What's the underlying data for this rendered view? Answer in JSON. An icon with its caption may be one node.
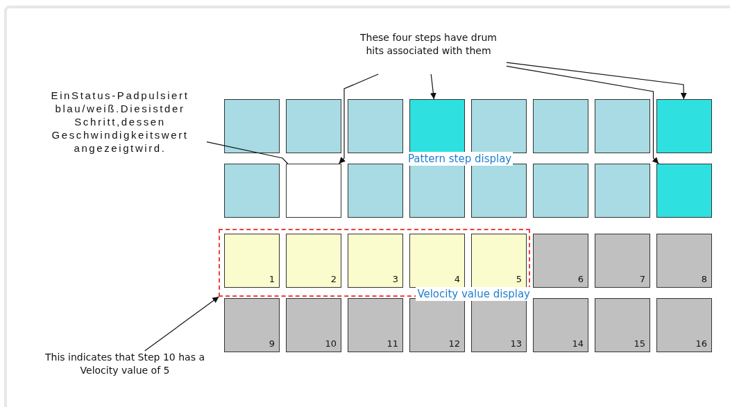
{
  "diagram": {
    "nodes": [
      {
        "text": [
          "EinStatus-Padpulsiert blau/weiß.Diesistder Schritt,dessen Geschwindigkeitswert angezeigtwird."
        ]
      },
      {
        "text": [
          "These four steps have drum hits associated with them"
        ]
      },
      {
        "text": [],
        "shape": "box"
      },
      {
        "text": [],
        "shape": "box"
      },
      {
        "text": [],
        "shape": "box"
      },
      {
        "text": [],
        "shape": "box"
      },
      {
        "text": [],
        "shape": "box"
      },
      {
        "text": [],
        "shape": "box"
      },
      {
        "text": [],
        "shape": "box"
      },
      {
        "text": [],
        "shape": "box"
      },
      {
        "text": [],
        "shape": "box"
      },
      {
        "text": [],
        "shape": "box"
      },
      {
        "text": [],
        "shape": "box"
      },
      {
        "text": [],
        "shape": "box"
      },
      {
        "text": [],
        "shape": "box"
      },
      {
        "text": [],
        "shape": "box"
      },
      {
        "text": [],
        "shape": "box"
      },
      {
        "text": [],
        "shape": "box"
      },
      {
        "text": [
          "Velocity value display"
        ]
      },
      {
        "text": [
          "1"
        ],
        "in": 18
      },
      {
        "text": [
          "2"
        ],
        "in": 18
      },
      {
        "text": [
          "3"
        ],
        "in": 18
      },
      {
        "text": [
          "4"
        ],
        "in": 18
      },
      {
        "text": [
          "5"
        ],
        "in": 18
      },
      {
        "text": [
          "6"
        ]
      },
      {
        "text": [
          "7"
        ]
      },
      {
        "text": [
          "8"
        ]
      },
      {
        "text": [
          "9"
        ]
      },
      {
        "text": [
          "10"
        ]
      },
      {
        "text": [
          "11"
        ]
      },
      {
        "text": [
          "12"
        ]
      },
      {
        "text": [
          "13"
        ]
      },
      {
        "text": [
          "14"
        ]
      },
      {
        "text": [
          "15"
        ]
      },
      {
        "text": [
          "16"
        ]
      },
      {
        "text": [
          "This indicates that Step 10 has a Velocity value of 5"
        ]
      }
    ],
    "edges": [
      {
        "from": 0,
        "to": 11,
        "arrow": "none"
      },
      {
        "from": 1,
        "to": 11,
        "arrow": "to"
      },
      {
        "from": 1,
        "to": 5,
        "arrow": "to"
      },
      {
        "from": 1,
        "to": 9,
        "arrow": "to"
      },
      {
        "from": 1,
        "to": 17,
        "arrow": "to"
      },
      {
        "from": 35,
        "to": 18,
        "arrow": "to"
      }
    ],
    "labels": [
      "Pattern step display"
    ]
  }
}
